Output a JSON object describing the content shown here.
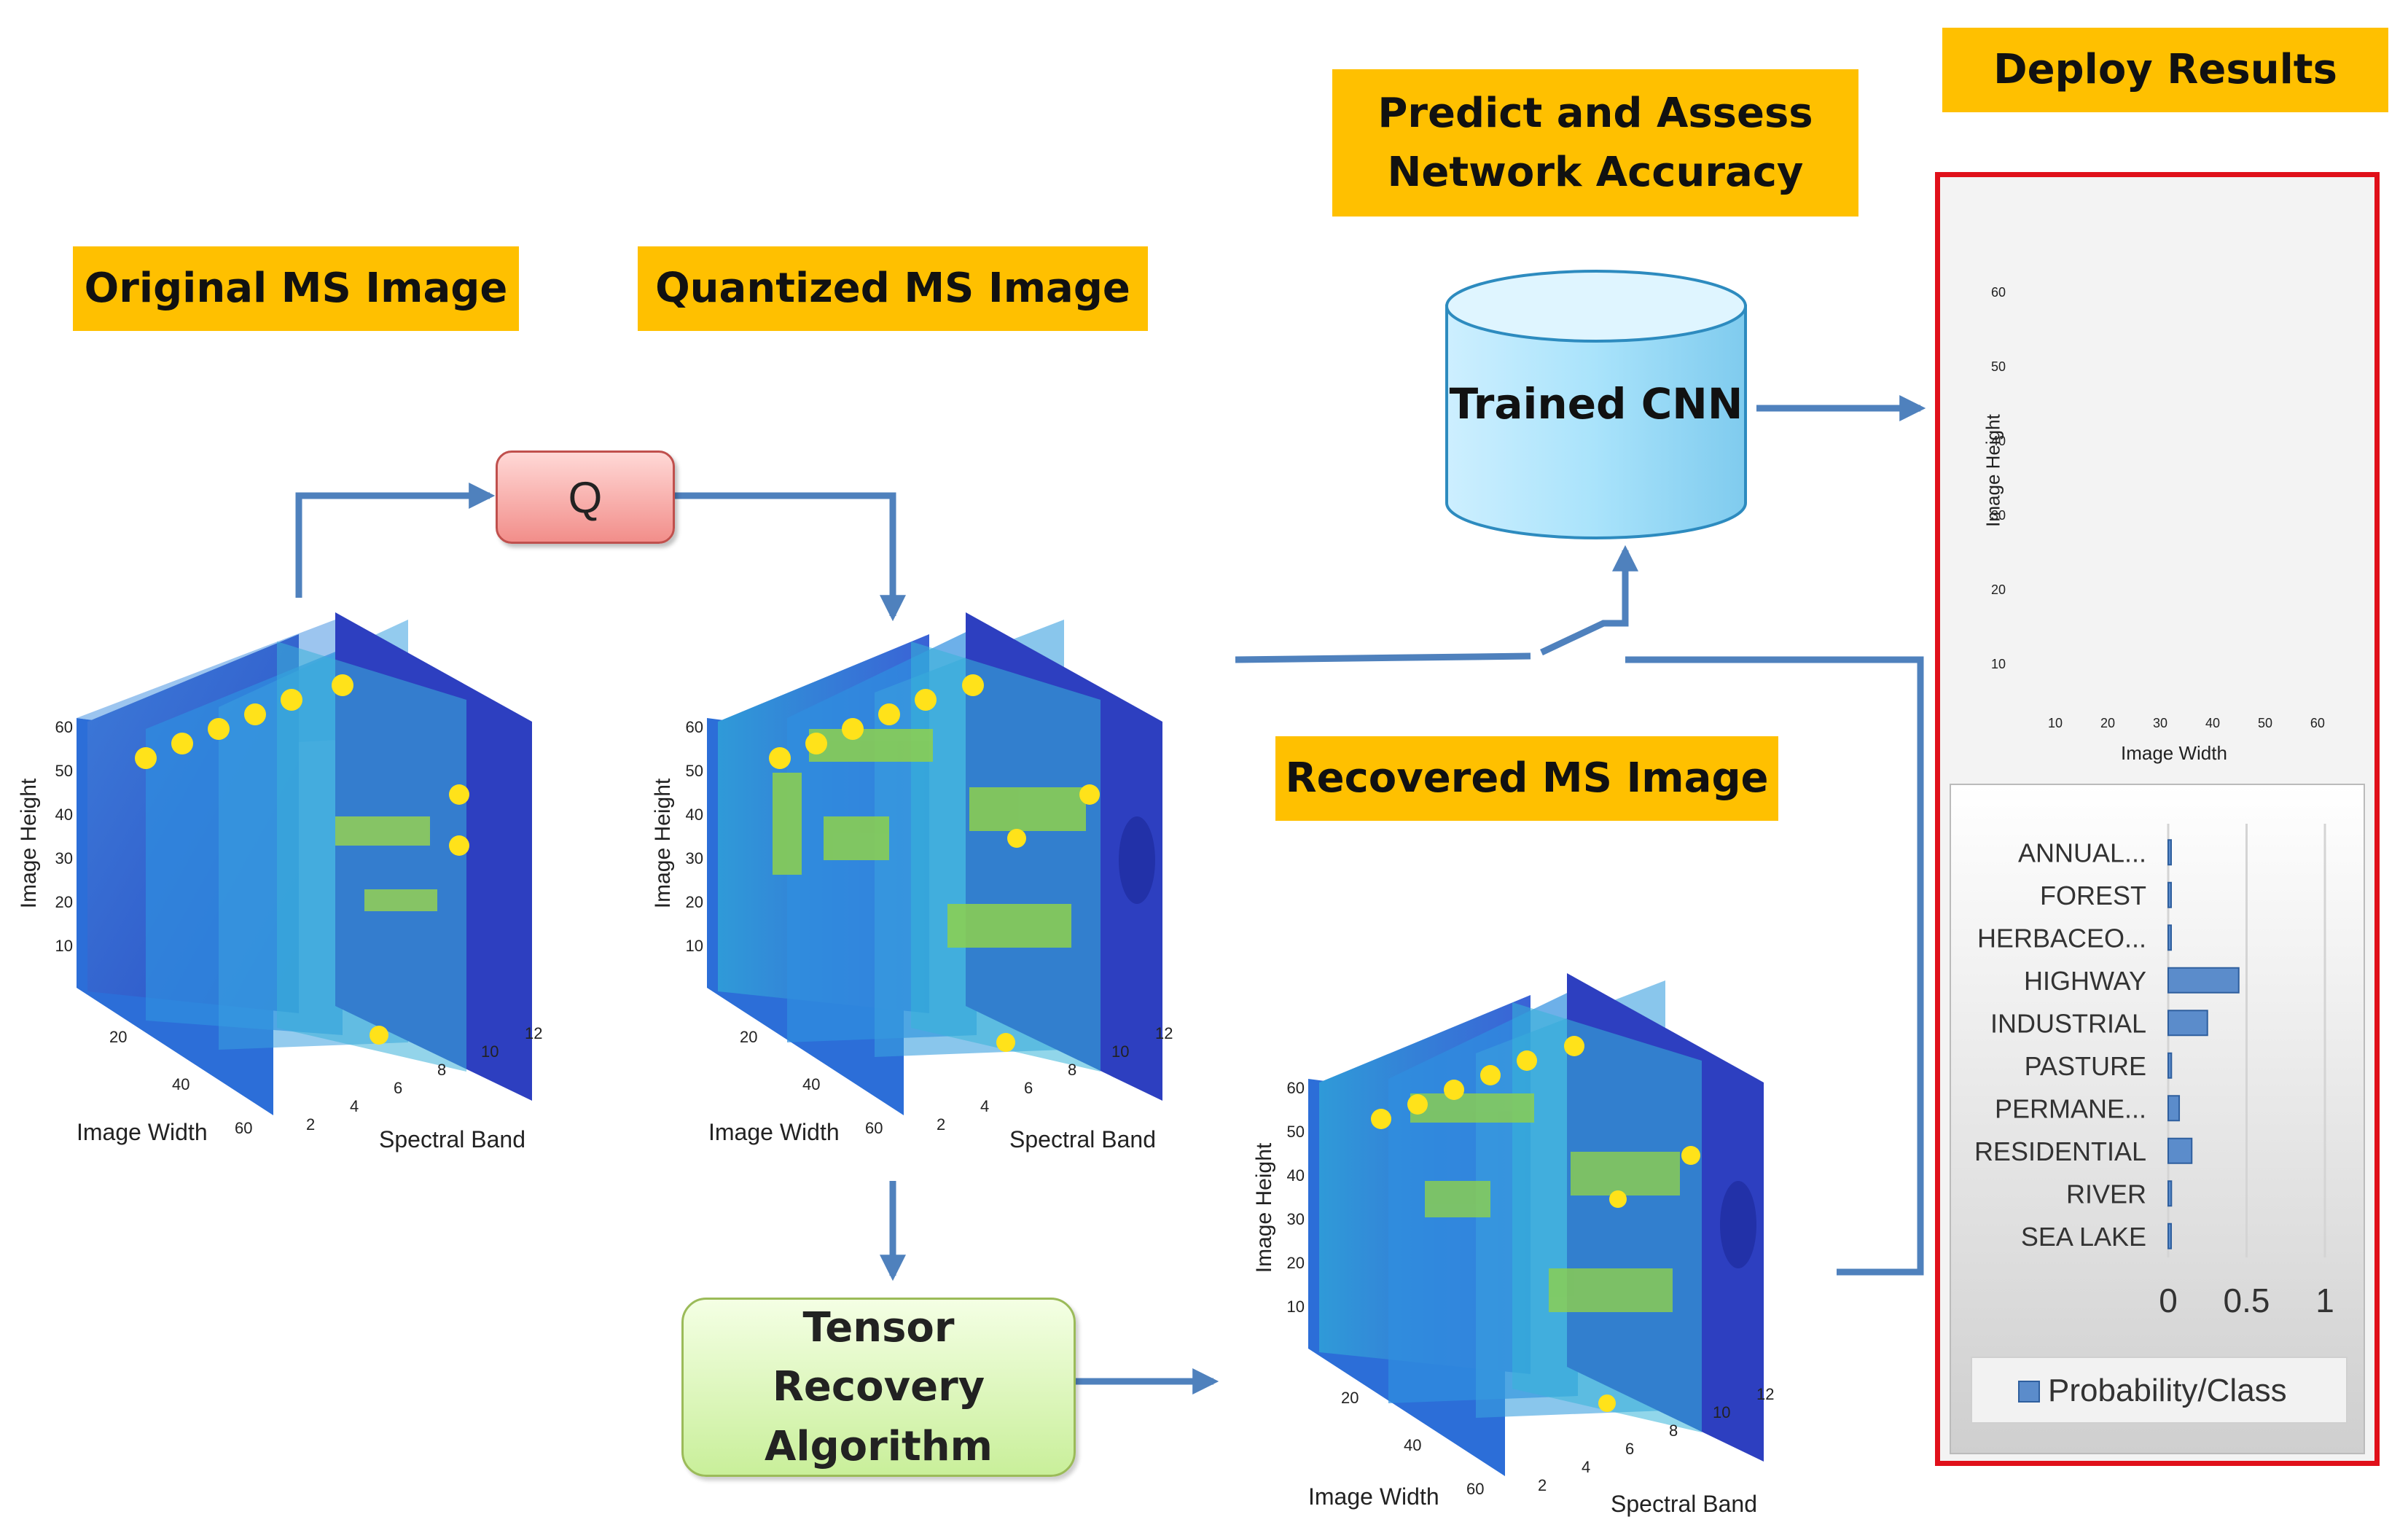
{
  "labels": {
    "original": "Original MS Image",
    "quantized": "Quantized MS Image",
    "recovered": "Recovered MS Image",
    "predict_line1": "Predict and Assess",
    "predict_line2": "Network Accuracy",
    "deploy": "Deploy Results"
  },
  "nodes": {
    "quantizer": "Q",
    "cnn": "Trained CNN",
    "tensor_line1": "Tensor",
    "tensor_line2": "Recovery",
    "tensor_line3": "Algorithm"
  },
  "cube_axes": {
    "height_label": "Image Height",
    "width_label": "Image Width",
    "band_label": "Spectral Band",
    "height_ticks": [
      "10",
      "20",
      "30",
      "40",
      "50",
      "60"
    ],
    "width_ticks": [
      "20",
      "40",
      "60"
    ],
    "band_ticks": [
      "2",
      "4",
      "6",
      "8",
      "10",
      "12"
    ]
  },
  "sample_image_axes": {
    "ylabel": "Image Height",
    "xlabel": "Image Width",
    "y_ticks": [
      "10",
      "20",
      "30",
      "40",
      "50",
      "60"
    ],
    "x_ticks": [
      "10",
      "20",
      "30",
      "40",
      "50",
      "60"
    ]
  },
  "chart_data": {
    "type": "bar",
    "orientation": "horizontal",
    "categories": [
      "ANNUAL...",
      "FOREST",
      "HERBACEO...",
      "HIGHWAY",
      "INDUSTRIAL",
      "PASTURE",
      "PERMANE...",
      "RESIDENTIAL",
      "RIVER",
      "SEA LAKE"
    ],
    "series": [
      {
        "name": "Probability/Class",
        "values": [
          0.01,
          0.01,
          0.01,
          0.45,
          0.25,
          0.02,
          0.07,
          0.15,
          0.02,
          0.01
        ]
      }
    ],
    "x_ticks": [
      "0",
      "0.5",
      "1"
    ],
    "xlim": [
      0,
      1
    ],
    "legend": "bottom",
    "grid": true
  },
  "colors": {
    "label_bg": "#FFC000",
    "arrow": "#4F81BD",
    "panel_border": "#E0101A",
    "bar": "#5B8CCB"
  }
}
